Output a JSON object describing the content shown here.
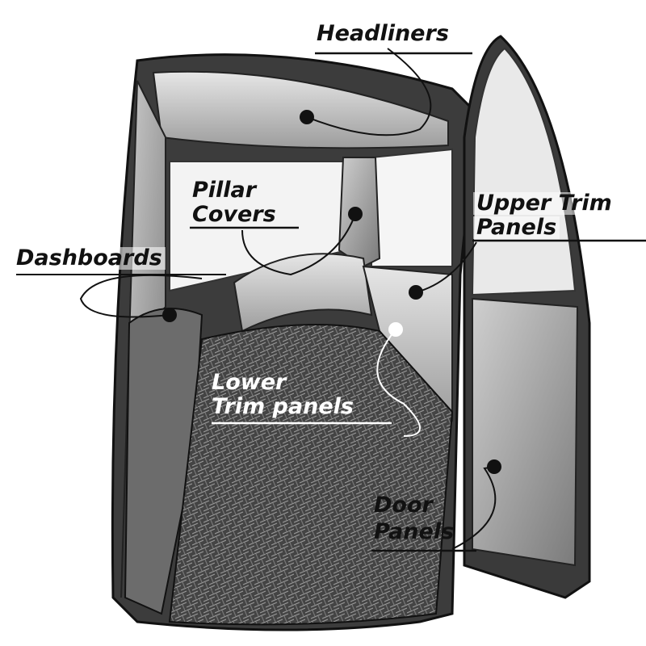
{
  "labels": {
    "headliners": "Headliners",
    "pillar_covers_line1": "Pillar",
    "pillar_covers_line2": "Covers",
    "upper_trim_line1": "Upper Trim",
    "upper_trim_line2": "Panels",
    "dashboards": "Dashboards",
    "lower_trim_line1": "Lower",
    "lower_trim_line2": "Trim panels",
    "door_panels_line1": "Door",
    "door_panels_line2": "Panels"
  },
  "colors": {
    "ink": "#111111",
    "body_dark": "#3a3a3a",
    "panel_mid": "#9a9a9a",
    "panel_light": "#d8d8d8",
    "window": "#f4f4f4"
  }
}
